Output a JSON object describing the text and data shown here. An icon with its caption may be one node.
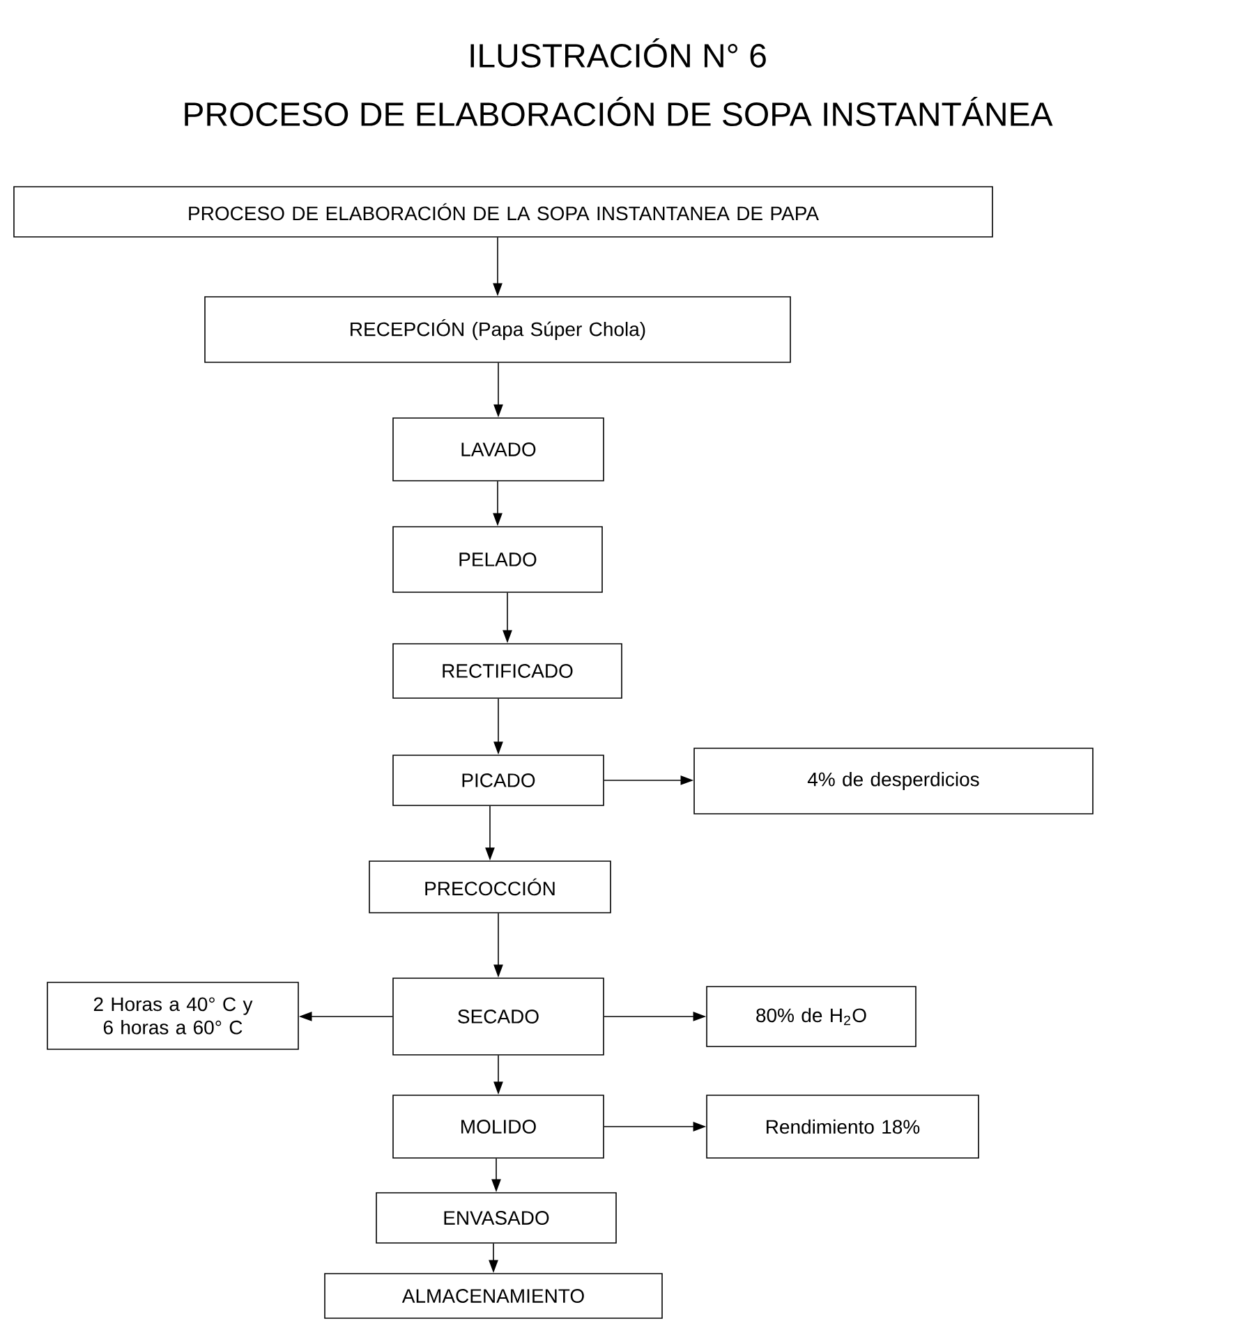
{
  "diagram": {
    "title": "ILUSTRACIÓN N° 6",
    "nodes": [
      {
        "text": [
          "PROCESO DE ELABORACIÓN DE LA SOPA INSTANTANEA DE PAPA"
        ]
      },
      {
        "text": [
          "RECEPCIÓN (Papa Súper Chola)"
        ]
      },
      {
        "text": [
          "LAVADO"
        ]
      },
      {
        "text": [
          "PELADO"
        ]
      },
      {
        "text": [
          "RECTIFICADO"
        ]
      },
      {
        "text": [
          "PICADO"
        ]
      },
      {
        "text": [
          "4% de desperdicios"
        ]
      },
      {
        "text": [
          "PRECOCCIÓN"
        ]
      },
      {
        "text": [
          "SECADO"
        ]
      },
      {
        "text": [
          "2 Horas a 40° C y 6 horas a 60° C"
        ]
      },
      {
        "text": [
          "80% de H$_{2}$O"
        ]
      },
      {
        "text": [
          "MOLIDO"
        ]
      },
      {
        "text": [
          "Rendimiento 18%"
        ]
      },
      {
        "text": [
          "ENVASADO"
        ]
      },
      {
        "text": [
          "ALMACENAMIENTO"
        ]
      }
    ],
    "edges": [
      {
        "from": 0,
        "to": 1,
        "arrow": "to"
      },
      {
        "from": 1,
        "to": 2,
        "arrow": "to"
      },
      {
        "from": 2,
        "to": 3,
        "arrow": "to"
      },
      {
        "from": 3,
        "to": 4,
        "arrow": "to"
      },
      {
        "from": 4,
        "to": 5,
        "arrow": "to"
      },
      {
        "from": 5,
        "to": 6,
        "arrow": "to"
      },
      {
        "from": 5,
        "to": 7,
        "arrow": "to"
      },
      {
        "from": 7,
        "to": 8,
        "arrow": "to"
      },
      {
        "from": 8,
        "to": 9,
        "arrow": "to"
      },
      {
        "from": 8,
        "to": 10,
        "arrow": "to"
      },
      {
        "from": 8,
        "to": 11,
        "arrow": "to"
      },
      {
        "from": 11,
        "to": 12,
        "arrow": "to"
      },
      {
        "from": 11,
        "to": 13,
        "arrow": "to"
      },
      {
        "from": 13,
        "to": 14,
        "arrow": "to"
      }
    ],
    "labels": [
      "PROCESO DE ELABORACIÓN DE SOPA INSTANTÁNEA"
    ]
  }
}
